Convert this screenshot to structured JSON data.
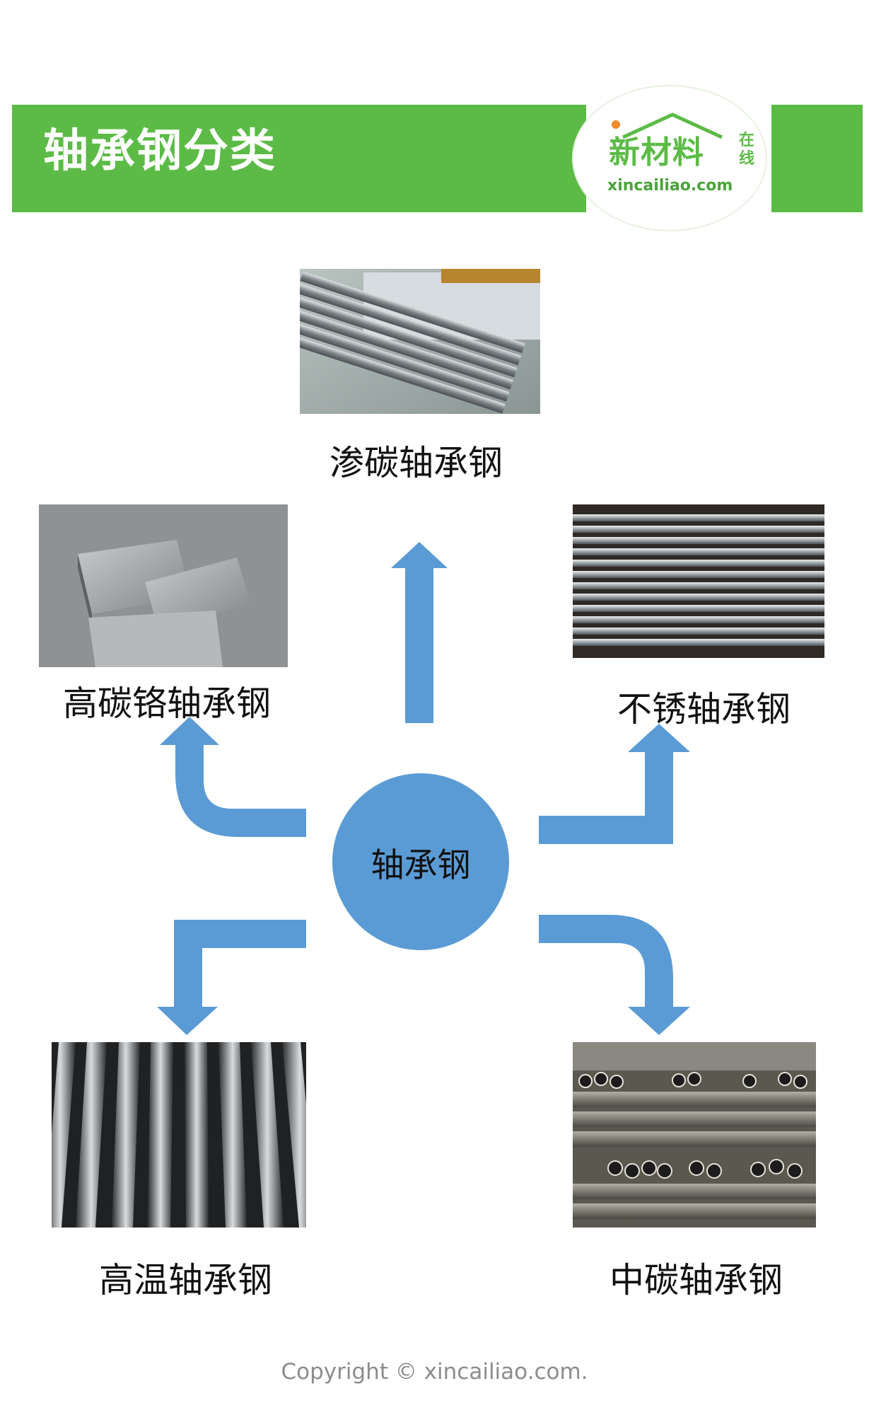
{
  "header": {
    "title": "轴承钢分类",
    "logo": {
      "main": "新材料",
      "side": "在线",
      "url": "xincailiao.com"
    }
  },
  "center": {
    "label": "轴承钢"
  },
  "nodes": {
    "top": {
      "label": "渗碳轴承钢",
      "image": "steel-round-bars-bundle"
    },
    "upper_left": {
      "label": "高碳铬轴承钢",
      "image": "steel-plates"
    },
    "upper_right": {
      "label": "不锈轴承钢",
      "image": "stainless-steel-rods"
    },
    "lower_left": {
      "label": "高温轴承钢",
      "image": "polished-steel-tubes"
    },
    "lower_right": {
      "label": "中碳轴承钢",
      "image": "stacked-round-bars"
    }
  },
  "footer": {
    "copyright": "Copyright © xincailiao.com."
  },
  "colors": {
    "banner": "#5cbb46",
    "arrow": "#5b9bd5",
    "circle": "#5b9bd5"
  }
}
